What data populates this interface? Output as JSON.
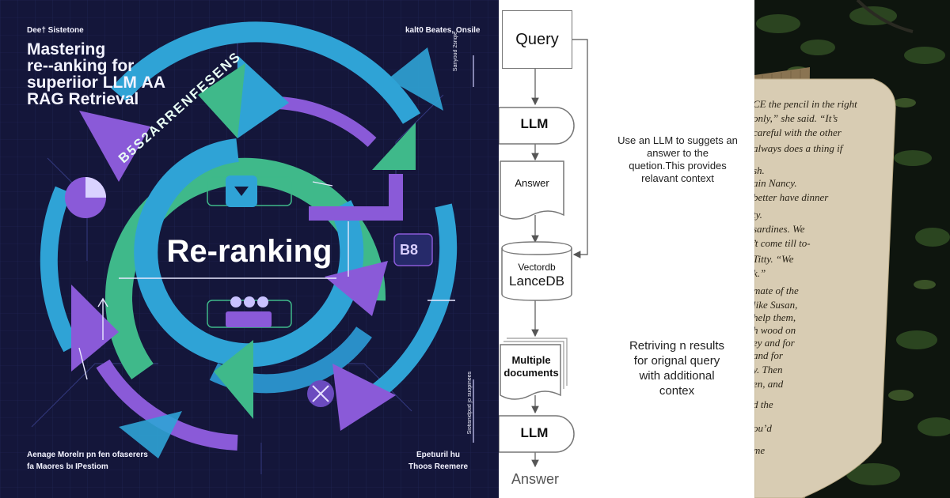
{
  "poster": {
    "top_left": "Dee† Sistetone",
    "top_right": "kalt0 Beates, Onsile",
    "title_lines": [
      "Mastering",
      "re-‐anking for",
      "superiior LLM АА",
      "RAG Retrieval"
    ],
    "center_word": "Re-ranking",
    "arc_text": "B5S2ARRENFESENS",
    "badge_text": "B8",
    "side_vertical_top": "Sanyoud 2snqie",
    "side_vertical_bottom": "Siotisnidpud jo suopinees",
    "bottom_left_lines": [
      "Aenage Morelrı pn fen ofaserers",
      "fa Maores bı IPestiom"
    ],
    "bottom_right_lines": [
      "Epetıuril hu",
      "Thoos Reemere"
    ],
    "colors": {
      "bg": "#14163a",
      "green": "#3fb98a",
      "blue": "#2fa3d6",
      "purple": "#8a5ad8"
    }
  },
  "flow": {
    "query": "Query",
    "llm1": "LLM",
    "answer_doc": "Answer",
    "db_line1": "Vectordb",
    "db_line2": "LanceDB",
    "docs_line1": "Multiple",
    "docs_line2": "documents",
    "llm2": "LLM",
    "final": "Answer",
    "note1_lines": [
      "Use an LLM to suggets an",
      "answer to the",
      "quetion.This provides",
      "relavant context"
    ],
    "note2_lines": [
      "Retriving n results",
      "for orignal query",
      "with additional",
      "contex"
    ]
  },
  "book": {
    "lines": [
      "CE  the pencil in the right",
      "only,” she said.  “It’s",
      "careful with the other",
      "always does a thing if",
      "sh.",
      "ain Nancy.",
      "better have dinner",
      "ty.",
      "sardines.  We",
      "’t come till to-",
      "Titty.  “We",
      "k.”",
      "mate of the",
      "like Susan,",
      "help them,",
      "h wood on",
      "ey and for",
      "and for",
      "y.  Then",
      "en, and",
      "d the",
      "ou’d",
      "me"
    ]
  }
}
